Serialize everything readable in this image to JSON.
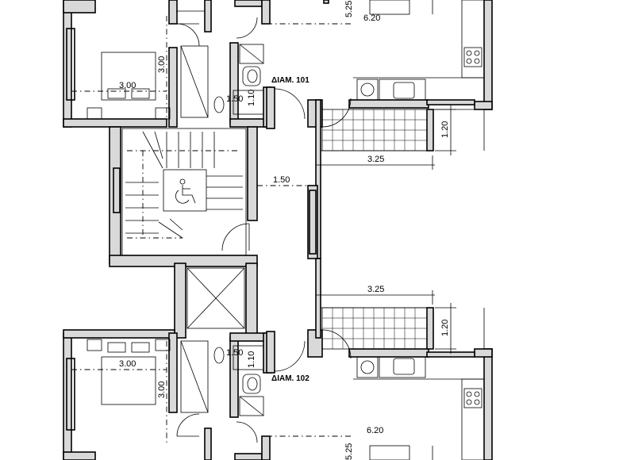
{
  "unit_labels": {
    "unit_101": "ΔΙΑΜ. 101",
    "unit_102": "ΔΙΑΜ. 102"
  },
  "dimensions": {
    "bedroom_width_top": "3.00",
    "bedroom_depth_top": "3.00",
    "bedroom_width_bottom": "3.00",
    "bedroom_depth_bottom": "3.00",
    "bath_top": "1.50",
    "bath_bottom": "1.50",
    "bath_small_top": "1.10",
    "bath_small_bottom": "1.10",
    "corridor_width": "1.50",
    "balcony_length_top": "3.25",
    "balcony_length_bottom": "3.25",
    "balcony_depth_top": "1.20",
    "balcony_depth_bottom": "1.20",
    "living_width_top": "6.20",
    "living_width_bottom": "6.20",
    "living_depth_top": "5.25",
    "living_depth_bottom": "5.25"
  },
  "symbols": {
    "accessibility": "wheelchair-icon"
  }
}
